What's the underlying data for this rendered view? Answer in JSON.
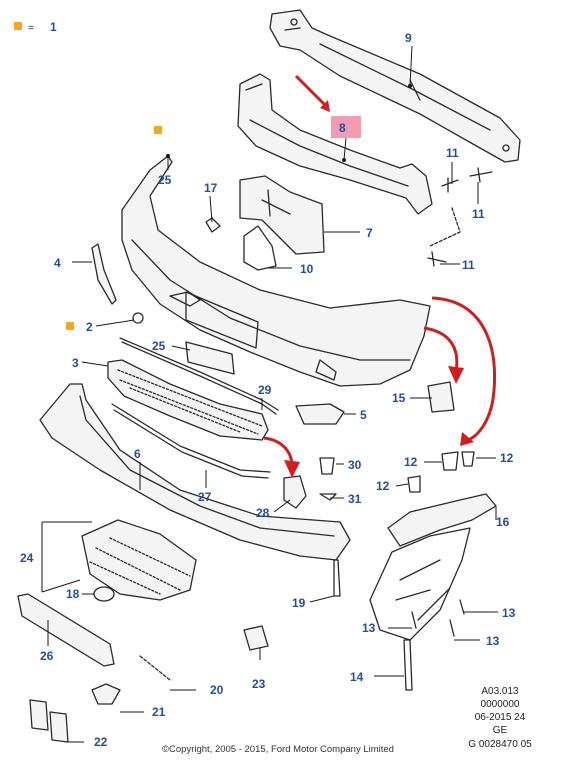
{
  "legend": {
    "symbol_color": "#f5a623",
    "equals": "=",
    "value": "1"
  },
  "accent": {
    "callout_color": "#1f4fa3",
    "highlight_color": "#f39bb0",
    "arrow_color": "#d11d1d"
  },
  "callouts": {
    "c1": "1",
    "c2": "2",
    "c3": "3",
    "c4": "4",
    "c5": "5",
    "c6": "6",
    "c7": "7",
    "c8": "8",
    "c9": "9",
    "c10": "10",
    "c11a": "11",
    "c11b": "11",
    "c11c": "11",
    "c12a": "12",
    "c12b": "12",
    "c12c": "12",
    "c13a": "13",
    "c13b": "13",
    "c13c": "13",
    "c14": "14",
    "c15": "15",
    "c16": "16",
    "c17": "17",
    "c18": "18",
    "c19": "19",
    "c20": "20",
    "c21": "21",
    "c22": "22",
    "c23": "23",
    "c24": "24",
    "c25": "25",
    "c26": "26",
    "c27": "27",
    "c28": "28",
    "c29": "29",
    "c30": "30",
    "c31": "31"
  },
  "reference_block": [
    "A03.013",
    "0000000",
    "06-2015 24",
    "GE",
    "G 0028470 05"
  ],
  "copyright": "©Copyright, 2005 - 2015, Ford Motor Company Limited"
}
